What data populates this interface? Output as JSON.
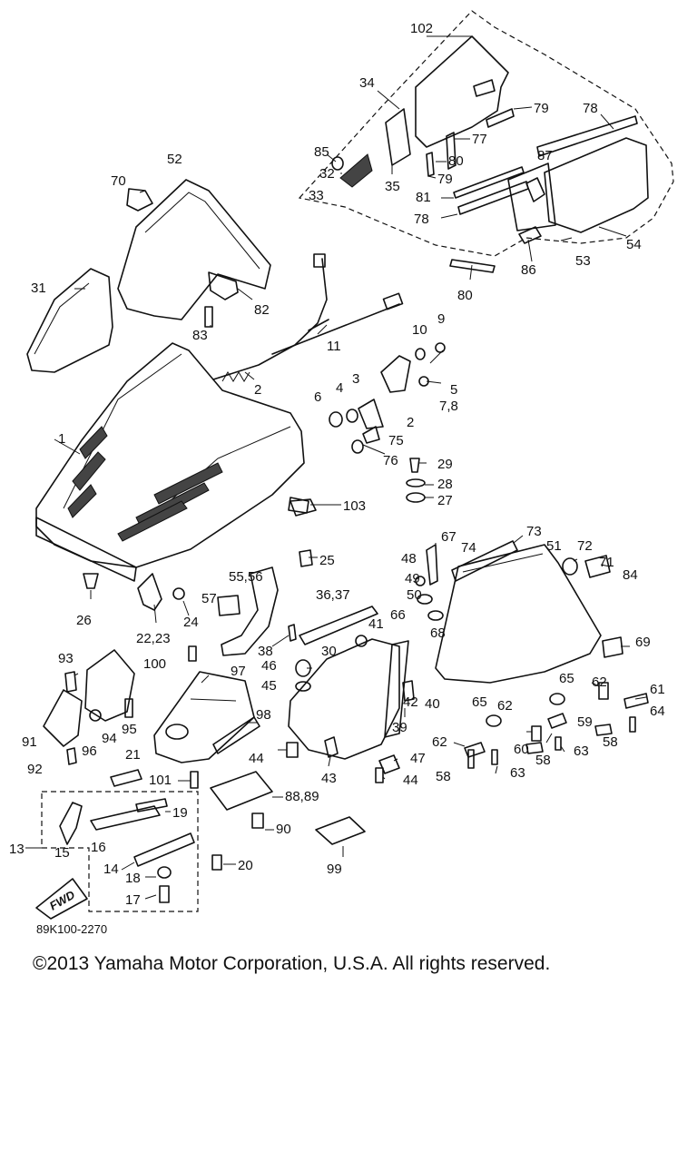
{
  "diagram": {
    "drawing_code": "89K100-2270",
    "fwd_label": "FWD",
    "labels": [
      {
        "id": "l102",
        "text": "102"
      },
      {
        "id": "l34",
        "text": "34"
      },
      {
        "id": "l79a",
        "text": "79"
      },
      {
        "id": "l78a",
        "text": "78"
      },
      {
        "id": "l85",
        "text": "85"
      },
      {
        "id": "l77",
        "text": "77"
      },
      {
        "id": "l87",
        "text": "87"
      },
      {
        "id": "l32",
        "text": "32"
      },
      {
        "id": "l80a",
        "text": "80"
      },
      {
        "id": "l35",
        "text": "35"
      },
      {
        "id": "l79b",
        "text": "79"
      },
      {
        "id": "l33",
        "text": "33"
      },
      {
        "id": "l81",
        "text": "81"
      },
      {
        "id": "l78b",
        "text": "78"
      },
      {
        "id": "l54",
        "text": "54"
      },
      {
        "id": "l53",
        "text": "53"
      },
      {
        "id": "l86",
        "text": "86"
      },
      {
        "id": "l80b",
        "text": "80"
      },
      {
        "id": "l70",
        "text": "70"
      },
      {
        "id": "l52",
        "text": "52"
      },
      {
        "id": "l31",
        "text": "31"
      },
      {
        "id": "l82",
        "text": "82"
      },
      {
        "id": "l83",
        "text": "83"
      },
      {
        "id": "l11",
        "text": "11"
      },
      {
        "id": "l10",
        "text": "10"
      },
      {
        "id": "l9",
        "text": "9"
      },
      {
        "id": "l2a",
        "text": "2"
      },
      {
        "id": "l5",
        "text": "5"
      },
      {
        "id": "l6",
        "text": "6"
      },
      {
        "id": "l4",
        "text": "4"
      },
      {
        "id": "l3",
        "text": "3"
      },
      {
        "id": "l78c",
        "text": "7,8"
      },
      {
        "id": "l2b",
        "text": "2"
      },
      {
        "id": "l75",
        "text": "75"
      },
      {
        "id": "l1",
        "text": "1"
      },
      {
        "id": "l76",
        "text": "76"
      },
      {
        "id": "l29",
        "text": "29"
      },
      {
        "id": "l28",
        "text": "28"
      },
      {
        "id": "l27",
        "text": "27"
      },
      {
        "id": "l103",
        "text": "103"
      },
      {
        "id": "l73",
        "text": "73"
      },
      {
        "id": "l67",
        "text": "67"
      },
      {
        "id": "l51",
        "text": "51"
      },
      {
        "id": "l72",
        "text": "72"
      },
      {
        "id": "l48",
        "text": "48"
      },
      {
        "id": "l74",
        "text": "74"
      },
      {
        "id": "l25",
        "text": "25"
      },
      {
        "id": "l71",
        "text": "71"
      },
      {
        "id": "l84",
        "text": "84"
      },
      {
        "id": "l49",
        "text": "49"
      },
      {
        "id": "l5556",
        "text": "55,56"
      },
      {
        "id": "l50",
        "text": "50"
      },
      {
        "id": "l57",
        "text": "57"
      },
      {
        "id": "l3637",
        "text": "36,37"
      },
      {
        "id": "l66",
        "text": "66"
      },
      {
        "id": "l26",
        "text": "26"
      },
      {
        "id": "l24",
        "text": "24"
      },
      {
        "id": "l68",
        "text": "68"
      },
      {
        "id": "l41",
        "text": "41"
      },
      {
        "id": "l2223",
        "text": "22,23"
      },
      {
        "id": "l69",
        "text": "69"
      },
      {
        "id": "l38",
        "text": "38"
      },
      {
        "id": "l30",
        "text": "30"
      },
      {
        "id": "l100",
        "text": "100"
      },
      {
        "id": "l46",
        "text": "46"
      },
      {
        "id": "l93",
        "text": "93"
      },
      {
        "id": "l97",
        "text": "97"
      },
      {
        "id": "l65a",
        "text": "65"
      },
      {
        "id": "l62a",
        "text": "62"
      },
      {
        "id": "l61",
        "text": "61"
      },
      {
        "id": "l45",
        "text": "45"
      },
      {
        "id": "l42",
        "text": "42"
      },
      {
        "id": "l40",
        "text": "40"
      },
      {
        "id": "l65b",
        "text": "65"
      },
      {
        "id": "l62b",
        "text": "62"
      },
      {
        "id": "l64",
        "text": "64"
      },
      {
        "id": "l95",
        "text": "95"
      },
      {
        "id": "l98",
        "text": "98"
      },
      {
        "id": "l39",
        "text": "39"
      },
      {
        "id": "l59",
        "text": "59"
      },
      {
        "id": "l91",
        "text": "91"
      },
      {
        "id": "l96",
        "text": "96"
      },
      {
        "id": "l94",
        "text": "94"
      },
      {
        "id": "l62c",
        "text": "62"
      },
      {
        "id": "l60",
        "text": "60"
      },
      {
        "id": "l58a",
        "text": "58"
      },
      {
        "id": "l58b",
        "text": "58"
      },
      {
        "id": "l63a",
        "text": "63"
      },
      {
        "id": "l44a",
        "text": "44"
      },
      {
        "id": "l47",
        "text": "47"
      },
      {
        "id": "l92",
        "text": "92"
      },
      {
        "id": "l21",
        "text": "21"
      },
      {
        "id": "l58c",
        "text": "58"
      },
      {
        "id": "l63b",
        "text": "63"
      },
      {
        "id": "l43",
        "text": "43"
      },
      {
        "id": "l44b",
        "text": "44"
      },
      {
        "id": "l101",
        "text": "101"
      },
      {
        "id": "l8889",
        "text": "88,89"
      },
      {
        "id": "l19",
        "text": "19"
      },
      {
        "id": "l90",
        "text": "90"
      },
      {
        "id": "l13",
        "text": "13"
      },
      {
        "id": "l15",
        "text": "15"
      },
      {
        "id": "l16",
        "text": "16"
      },
      {
        "id": "l99",
        "text": "99"
      },
      {
        "id": "l14",
        "text": "14"
      },
      {
        "id": "l20",
        "text": "20"
      },
      {
        "id": "l18",
        "text": "18"
      },
      {
        "id": "l17",
        "text": "17"
      }
    ]
  },
  "footer": {
    "copyright": "©2013 Yamaha Motor Corporation, U.S.A. All rights reserved."
  }
}
